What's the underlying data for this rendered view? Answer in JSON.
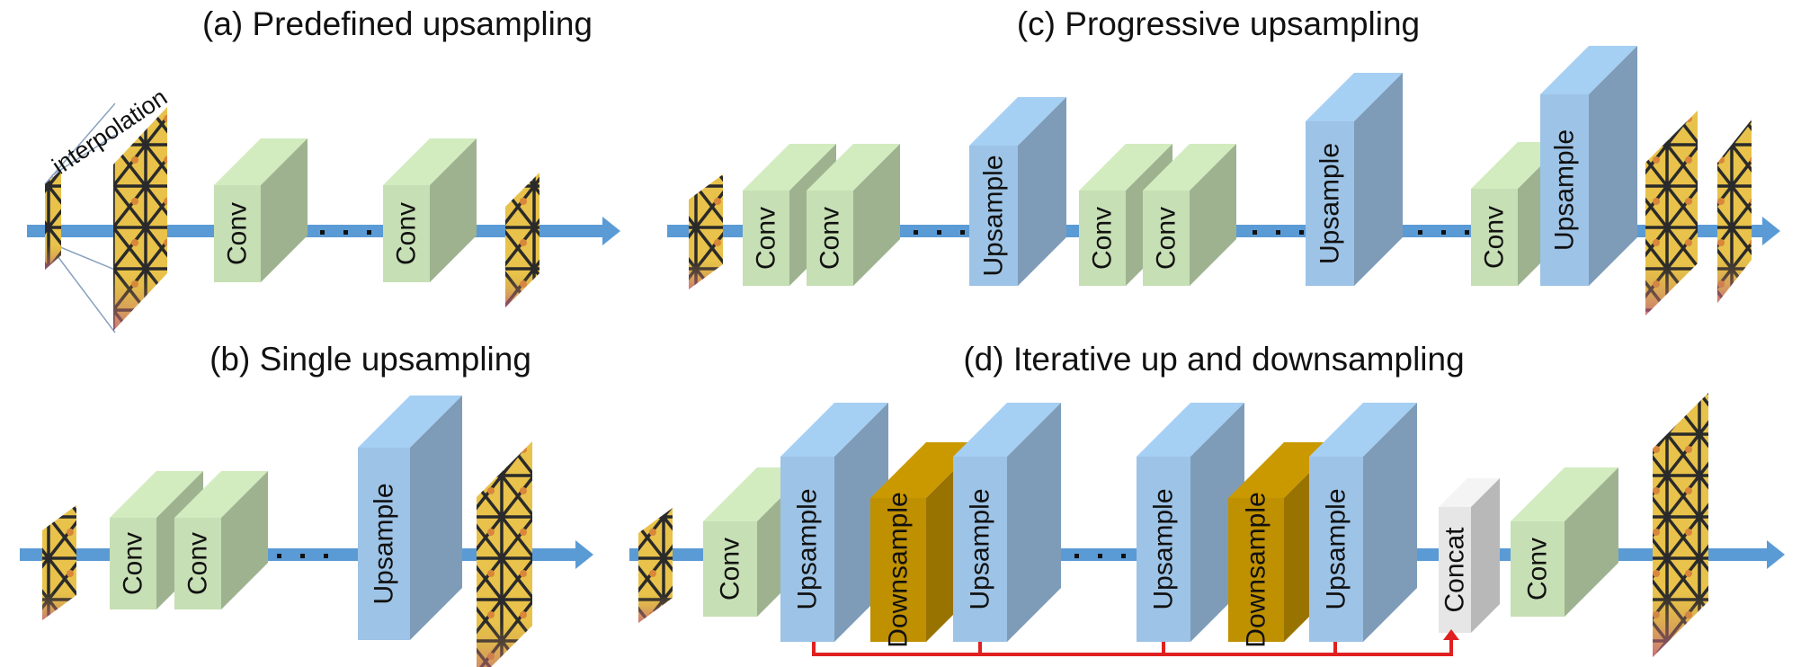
{
  "panels": {
    "a": {
      "title": "(a) Predefined upsampling",
      "interpolation_label": "interpolation",
      "blocks": [
        "Conv",
        "Conv"
      ]
    },
    "b": {
      "title": "(b) Single upsampling",
      "blocks": [
        "Conv",
        "Conv",
        "Upsample"
      ]
    },
    "c": {
      "title": "(c) Progressive upsampling",
      "blocks": [
        "Conv",
        "Conv",
        "Upsample",
        "Conv",
        "Conv",
        "Upsample",
        "Conv",
        "Upsample"
      ]
    },
    "d": {
      "title": "(d) Iterative up and downsampling",
      "blocks": [
        "Conv",
        "Upsample",
        "Downsample",
        "Upsample",
        "Upsample",
        "Downsample",
        "Upsample",
        "Concat",
        "Conv"
      ]
    }
  },
  "colors": {
    "flow_arrow": "#5b9bd5",
    "conv": "#c6dfb4",
    "upsample": "#9dc3e6",
    "downsample": "#bf9000",
    "concat": "#e7e6e6",
    "skip_connection": "#e02020"
  },
  "icons": [
    "butterfly-image-icon"
  ]
}
